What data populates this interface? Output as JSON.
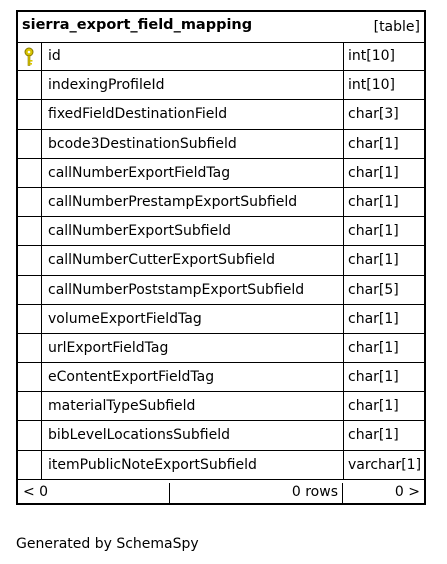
{
  "table": {
    "name": "sierra_export_field_mapping",
    "type_label": "[table]",
    "columns": [
      {
        "name": "id",
        "type": "int[10]",
        "primary_key": true
      },
      {
        "name": "indexingProfileId",
        "type": "int[10]",
        "primary_key": false
      },
      {
        "name": "fixedFieldDestinationField",
        "type": "char[3]",
        "primary_key": false
      },
      {
        "name": "bcode3DestinationSubfield",
        "type": "char[1]",
        "primary_key": false
      },
      {
        "name": "callNumberExportFieldTag",
        "type": "char[1]",
        "primary_key": false
      },
      {
        "name": "callNumberPrestampExportSubfield",
        "type": "char[1]",
        "primary_key": false
      },
      {
        "name": "callNumberExportSubfield",
        "type": "char[1]",
        "primary_key": false
      },
      {
        "name": "callNumberCutterExportSubfield",
        "type": "char[1]",
        "primary_key": false
      },
      {
        "name": "callNumberPoststampExportSubfield",
        "type": "char[5]",
        "primary_key": false
      },
      {
        "name": "volumeExportFieldTag",
        "type": "char[1]",
        "primary_key": false
      },
      {
        "name": "urlExportFieldTag",
        "type": "char[1]",
        "primary_key": false
      },
      {
        "name": "eContentExportFieldTag",
        "type": "char[1]",
        "primary_key": false
      },
      {
        "name": "materialTypeSubfield",
        "type": "char[1]",
        "primary_key": false
      },
      {
        "name": "bibLevelLocationsSubfield",
        "type": "char[1]",
        "primary_key": false
      },
      {
        "name": "itemPublicNoteExportSubfield",
        "type": "varchar[1]",
        "primary_key": false
      }
    ],
    "footer": {
      "parents": "< 0",
      "rows": "0 rows",
      "children": "0 >"
    }
  },
  "icons": {
    "primary_key": "key-icon",
    "key_color": "#d8c400"
  },
  "generated_by": "Generated by SchemaSpy"
}
